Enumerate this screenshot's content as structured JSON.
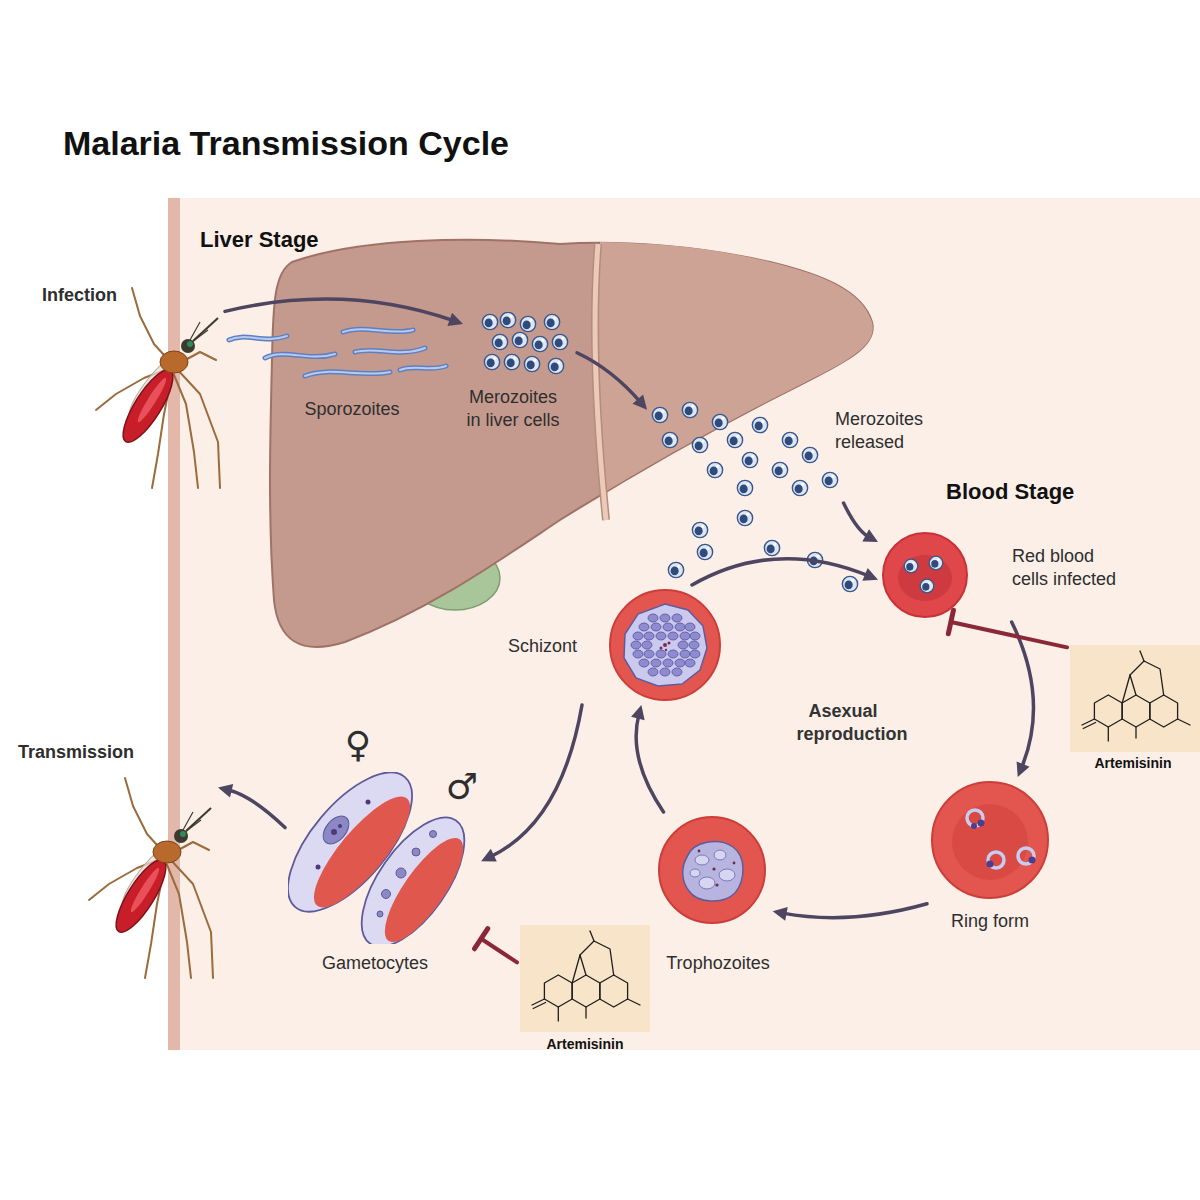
{
  "diagram": {
    "title": "Malaria Transmission Cycle",
    "nodes": [
      {
        "text": [
          "Infection"
        ]
      },
      {
        "text": [
          "Sporozoites"
        ]
      },
      {
        "text": [
          "Merozoites in liver cells"
        ]
      },
      {
        "text": [
          "Merozoites released"
        ]
      },
      {
        "text": [
          "Red blood cells infected"
        ]
      },
      {
        "text": [
          "Ring form"
        ]
      },
      {
        "text": [
          "Trophozoites"
        ]
      },
      {
        "text": [
          "Schizont"
        ]
      },
      {
        "text": [
          "♀",
          "♂",
          "Gametocytes"
        ]
      },
      {
        "text": [
          "Transmission"
        ]
      },
      {
        "text": [
          "Artemisinin"
        ]
      },
      {
        "text": [
          "Artemisinin"
        ]
      }
    ],
    "edges": [
      {
        "from": 0,
        "to": 2,
        "arrow": "to"
      },
      {
        "from": 2,
        "to": 3,
        "arrow": "to"
      },
      {
        "from": 3,
        "to": 4,
        "arrow": "to"
      },
      {
        "from": 4,
        "to": 5,
        "arrow": "to"
      },
      {
        "from": 5,
        "to": 6,
        "arrow": "to"
      },
      {
        "from": 6,
        "to": 7,
        "arrow": "to"
      },
      {
        "from": 7,
        "to": 4,
        "arrow": "to"
      },
      {
        "from": 7,
        "to": 8,
        "arrow": "to"
      },
      {
        "from": 8,
        "to": 9,
        "arrow": "to"
      },
      {
        "from": 10,
        "to": 4,
        "arrow": "to"
      },
      {
        "from": 11,
        "to": 8,
        "arrow": "to"
      }
    ],
    "labels": [
      "Liver Stage",
      "Blood Stage",
      "Asexual reproduction"
    ]
  }
}
